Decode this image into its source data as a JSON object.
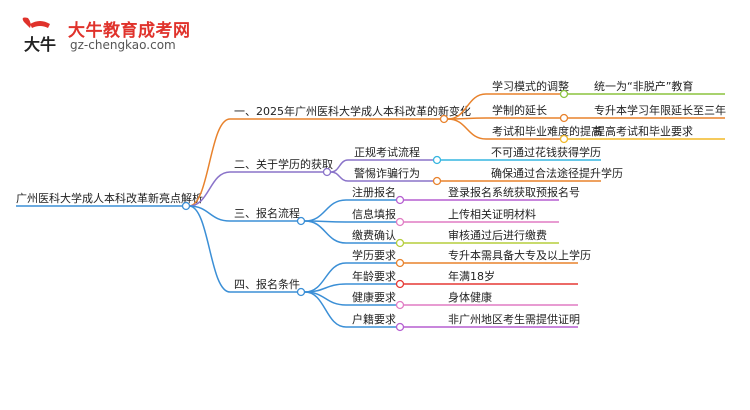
{
  "logo": {
    "title": "大牛教育成考网",
    "url": "gz-chengkao.com",
    "badge_text": "大牛"
  },
  "mindmap": {
    "root": "广州医科大学成人本科改革新亮点解析",
    "branches": [
      {
        "label": "一、2025年广州医科大学成人本科改革的新变化",
        "color": "#e8822c",
        "children": [
          {
            "label": "学习模式的调整",
            "leaf": "统一为“非脱产”教育",
            "color": "#8cc43f"
          },
          {
            "label": "学制的延长",
            "leaf": "专升本学习年限延长至三年",
            "color": "#e8822c"
          },
          {
            "label": "考试和毕业难度的提高",
            "leaf": "提高考试和毕业要求",
            "color": "#f2b927"
          }
        ]
      },
      {
        "label": "二、关于学历的获取",
        "color": "#8a73c9",
        "children": [
          {
            "label": "正规考试流程",
            "leaf": "不可通过花钱获得学历",
            "color": "#35b5e0"
          },
          {
            "label": "警惕诈骗行为",
            "leaf": "确保通过合法途径提升学历",
            "color": "#e8822c"
          }
        ]
      },
      {
        "label": "三、报名流程",
        "color": "#3b8fd6",
        "children": [
          {
            "label": "注册报名",
            "leaf": "登录报名系统获取预报名号",
            "color": "#b55fd1"
          },
          {
            "label": "信息填报",
            "leaf": "上传相关证明材料",
            "color": "#e07cc4"
          },
          {
            "label": "缴费确认",
            "leaf": "审核通过后进行缴费",
            "color": "#b5cd3c"
          }
        ]
      },
      {
        "label": "四、报名条件",
        "color": "#3b8fd6",
        "children": [
          {
            "label": "学历要求",
            "leaf": "专升本需具备大专及以上学历",
            "color": "#e8822c"
          },
          {
            "label": "年龄要求",
            "leaf": "年满18岁",
            "color": "#e53935"
          },
          {
            "label": "健康要求",
            "leaf": "身体健康",
            "color": "#e07cc4"
          },
          {
            "label": "户籍要求",
            "leaf": "非广州地区考生需提供证明",
            "color": "#b55fd1"
          }
        ]
      }
    ]
  }
}
